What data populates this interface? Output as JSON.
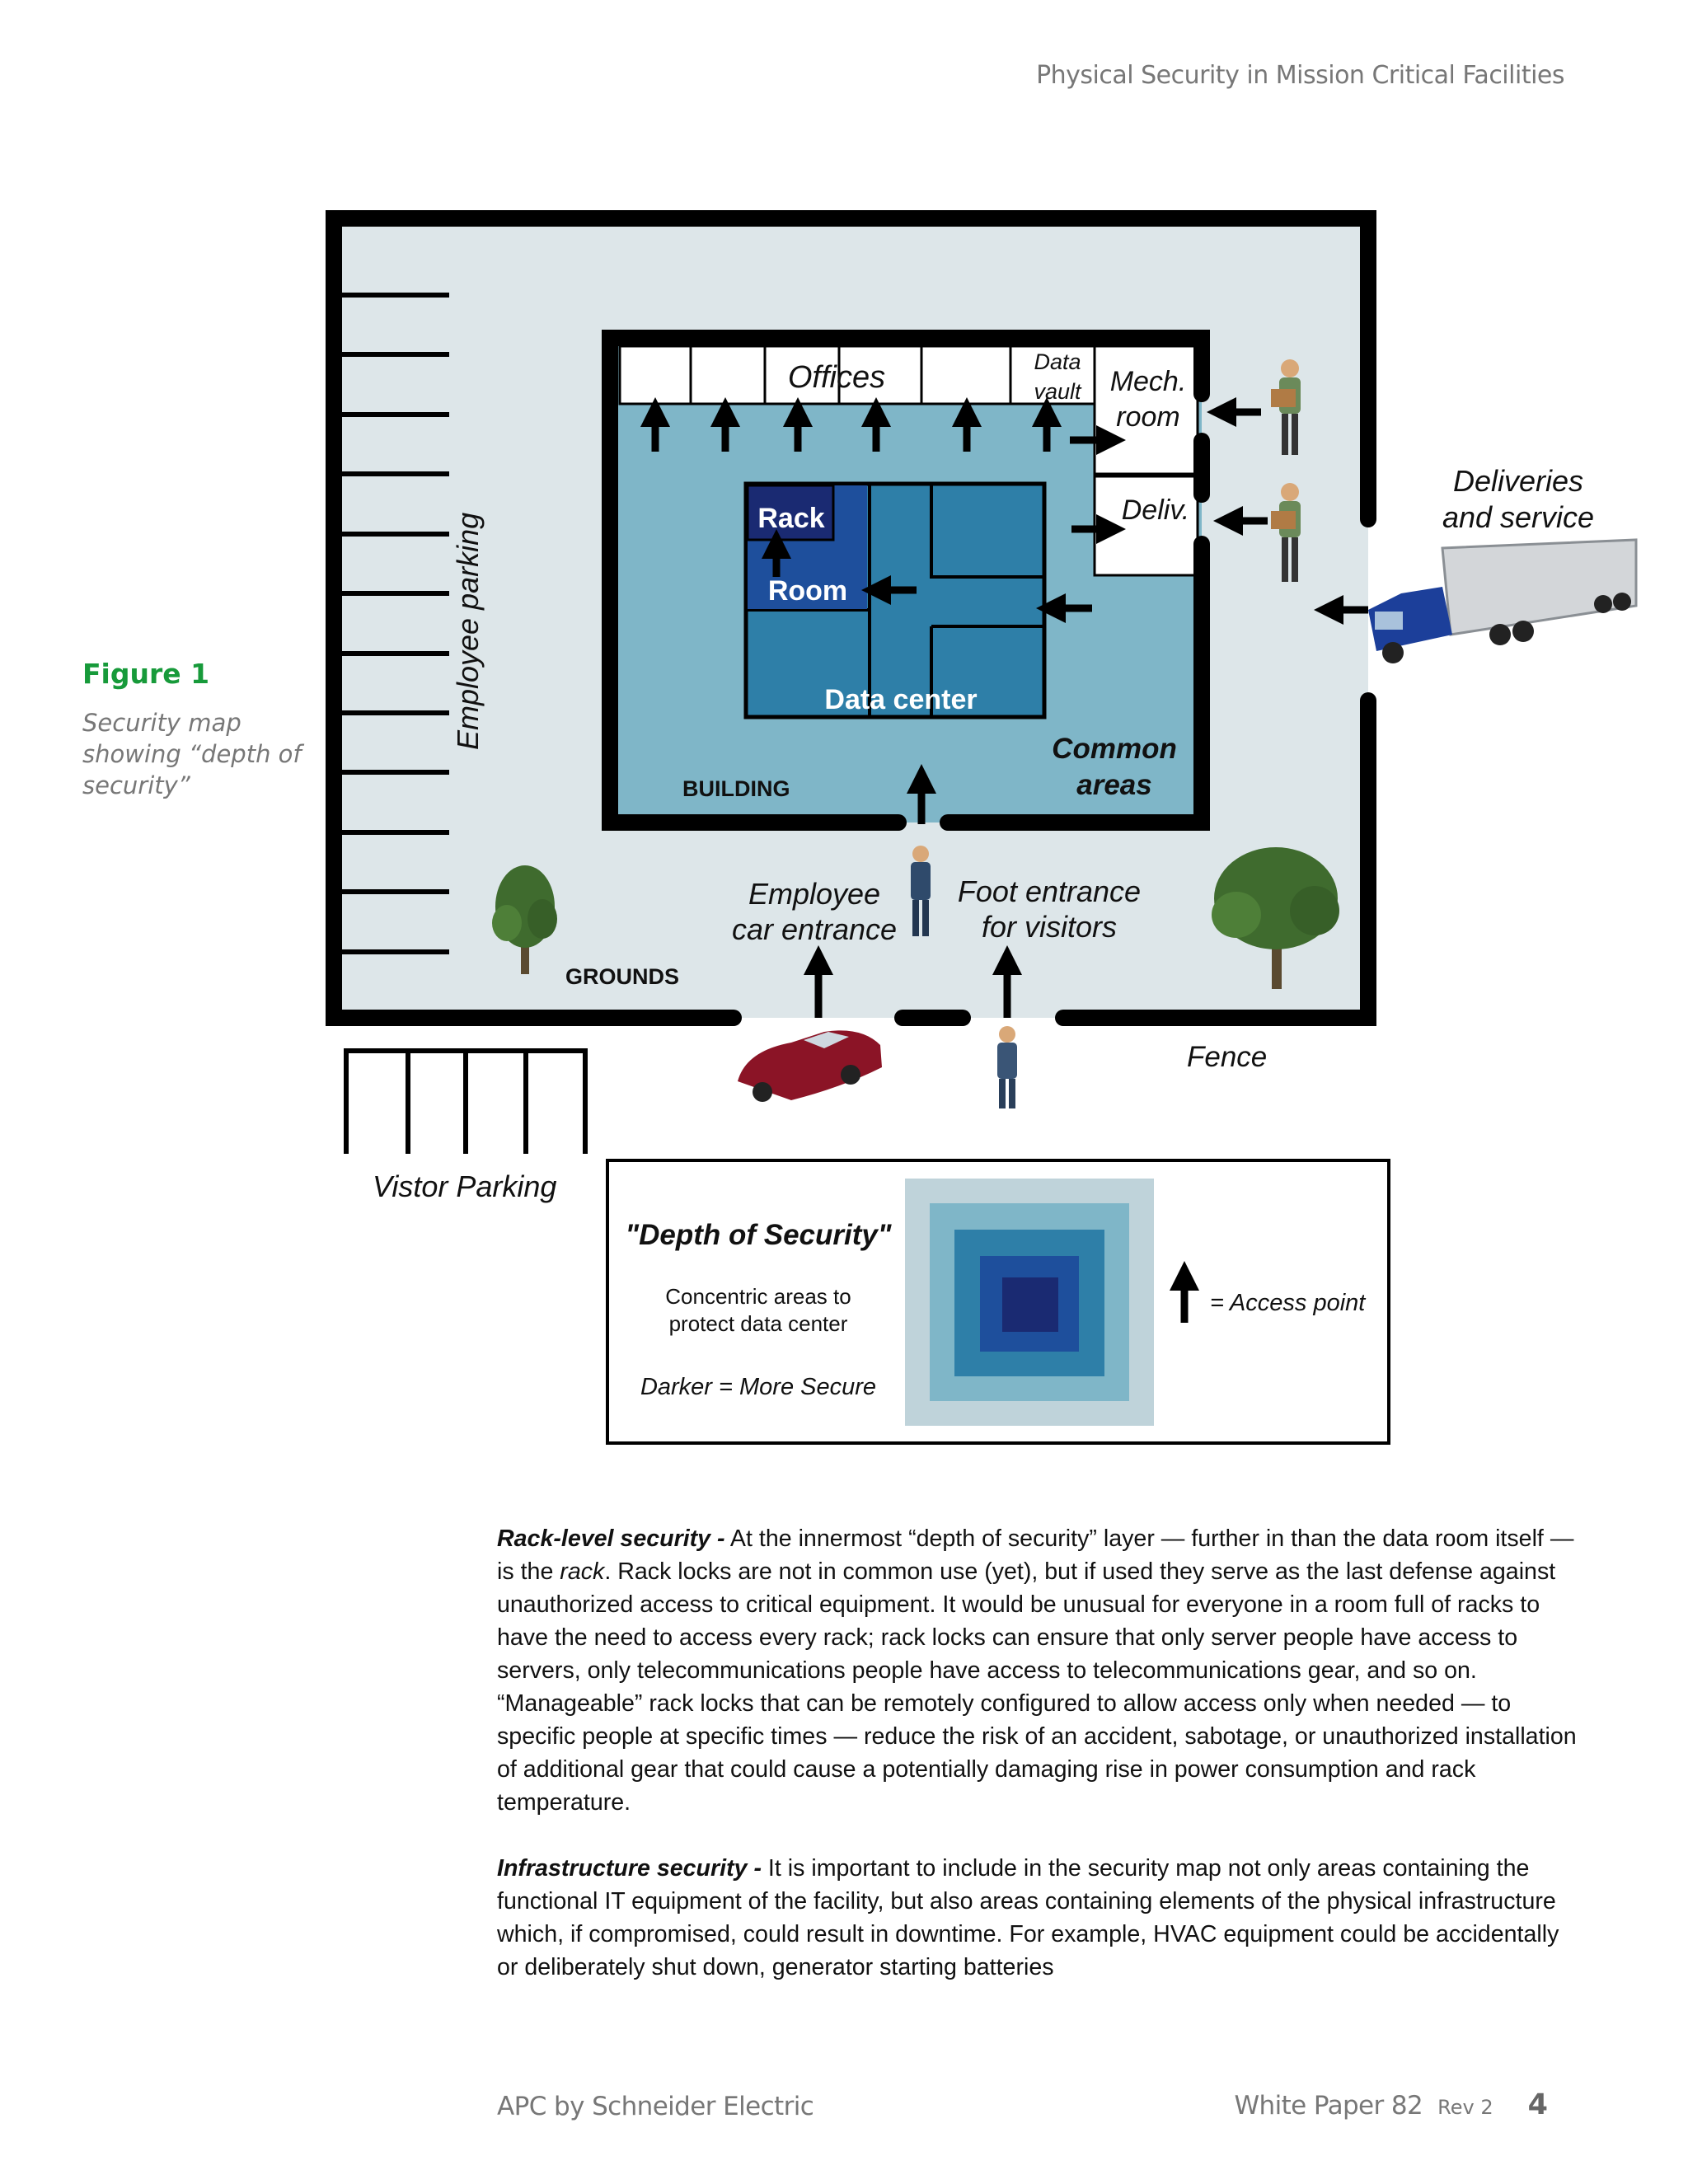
{
  "header": {
    "title": "Physical Security in Mission Critical Facilities"
  },
  "figure": {
    "label": "Figure 1",
    "caption": "Security map showing “depth of security”",
    "map": {
      "offices": "Offices",
      "data_vault_line1": "Data",
      "data_vault_line2": "vault",
      "mech_line1": "Mech.",
      "mech_line2": "room",
      "deliv": "Deliv.",
      "rack": "Rack",
      "room": "Room",
      "data_center": "Data center",
      "common_line1": "Common",
      "common_line2": "areas",
      "building": "BUILDING",
      "employee_parking": "Employee parking",
      "deliveries_line1": "Deliveries",
      "deliveries_line2": "and service",
      "employee_car_line1": "Employee",
      "employee_car_line2": "car entrance",
      "foot_line1": "Foot entrance",
      "foot_line2": "for visitors",
      "grounds": "GROUNDS",
      "fence": "Fence",
      "visitor_parking": "Vistor Parking"
    },
    "legend": {
      "title": "\"Depth of Security\"",
      "line1": "Concentric areas to",
      "line2": "protect data center",
      "darker": "Darker = More Secure",
      "access_point": "= Access point"
    },
    "colors": {
      "grounds": "#dde6e9",
      "common": "#7fb6c8",
      "datacenter": "#2e7fa8",
      "room": "#1e4f9c",
      "rack": "#1a2a72",
      "wall": "#000000"
    }
  },
  "body": {
    "p1_bold": "Rack-level security -",
    "p1_a": " At the innermost “depth of security” layer — further in than the data room itself — is the ",
    "p1_em": "rack",
    "p1_b": ".  Rack locks are not in common use (yet), but if used they serve as the last defense against unauthorized access to critical equipment.  It would be unusual for everyone in a room full of racks to have the need to access every rack; rack locks can ensure that only server people have access to servers, only telecommunications people have access to telecommunications gear, and so on.  “Manageable” rack locks that can be remotely configured to allow access only when needed — to specific people at specific times — reduce the risk of an accident, sabotage, or unauthorized installation of additional gear that could cause a potentially damaging rise in power consumption and rack temperature.",
    "p2_bold": "Infrastructure security -",
    "p2_text": "  It is important to include in the security map not only areas containing the functional IT equipment of the facility, but also areas containing elements of the physical infrastructure which, if compromised, could result in downtime.  For example, HVAC equipment could be accidentally or deliberately shut down, generator starting batteries"
  },
  "footer": {
    "company": "APC by Schneider Electric",
    "paper": "White Paper 82",
    "rev": "Rev 2",
    "page": "4"
  }
}
